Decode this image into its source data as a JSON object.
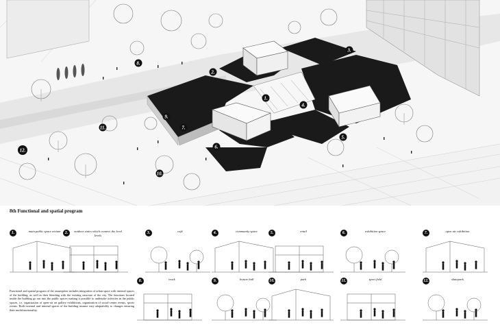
{
  "section_title": "8th Functional and spatial program",
  "markers": [
    "1.",
    "2.",
    "3.",
    "4.",
    "5.",
    "6.",
    "7.",
    "8.",
    "9.",
    "10.",
    "11.",
    "12."
  ],
  "program": [
    {
      "num": "1.",
      "caption": "main public space atrium"
    },
    {
      "num": "2.",
      "caption": "outdoor stairs which connect the level levels"
    },
    {
      "num": "3.",
      "caption": "café"
    },
    {
      "num": "4.",
      "caption": "community space"
    },
    {
      "num": "5.",
      "caption": "retail"
    },
    {
      "num": "6.",
      "caption": "exhibition space"
    },
    {
      "num": "7.",
      "caption": "open air exhibition"
    },
    {
      "num": "8.",
      "caption": "track"
    },
    {
      "num": "9.",
      "caption": "lecture hall"
    },
    {
      "num": "10.",
      "caption": "park"
    },
    {
      "num": "11.",
      "caption": "sport field"
    },
    {
      "num": "12.",
      "caption": "skatepark"
    }
  ],
  "description": "Functional and spatial program of the assumption includes integration of urban space with internal spaces of the building, as well as their blending with the existing structure of the city. The functions located inside the building go out into the public spaces making it possible to undertake activities in the public spaces, i.e. organization of open-air art gallery exhibitions, organization of social-center events, sports events. Both external and internal spaces of the building assume easy adaptability to changes ensuring their multifunctionality."
}
